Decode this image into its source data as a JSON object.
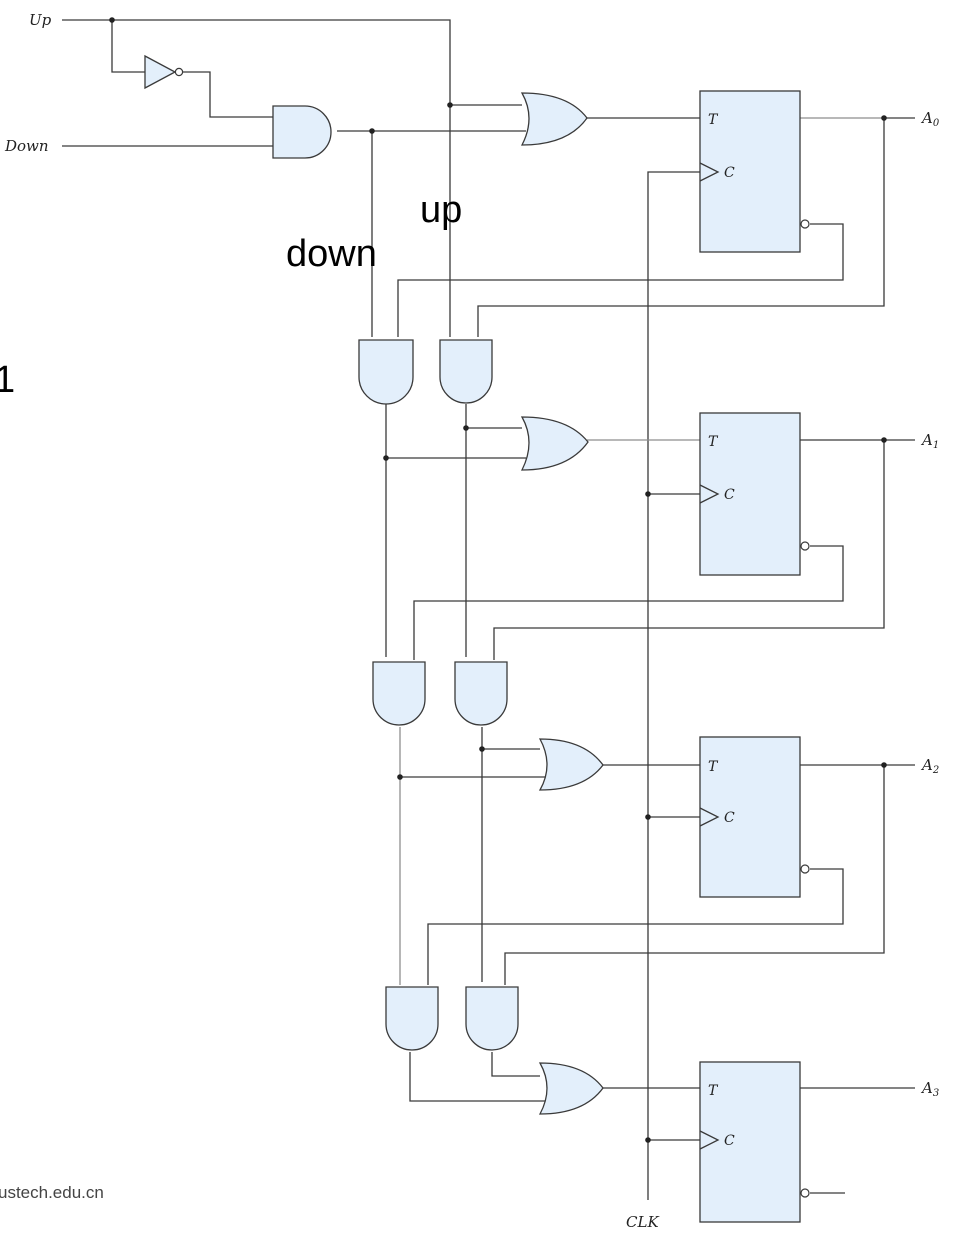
{
  "inputs": {
    "up": "Up",
    "down": "Down",
    "clk": "CLK"
  },
  "outputs": [
    {
      "letter": "A",
      "index": "0"
    },
    {
      "letter": "A",
      "index": "1"
    },
    {
      "letter": "A",
      "index": "2"
    },
    {
      "letter": "A",
      "index": "3"
    }
  ],
  "flipflop": {
    "t": "T",
    "c": "C"
  },
  "annotations": {
    "up": "up",
    "down": "down",
    "left_digit": "1"
  },
  "footer": "ustech.edu.cn",
  "colors": {
    "gate_fill": "#e3effb",
    "wire": "#3a3a3a",
    "wire_light": "#8e8e8e"
  }
}
